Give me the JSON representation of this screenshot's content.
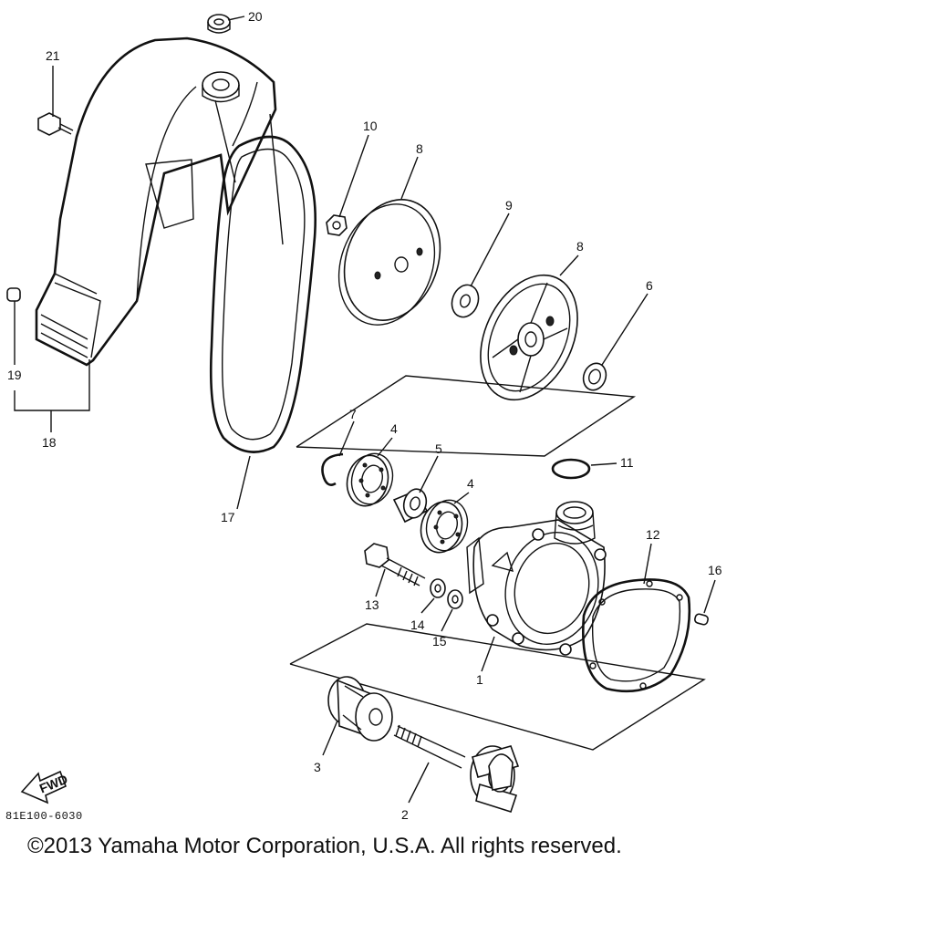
{
  "callouts": {
    "c1": "1",
    "c2": "2",
    "c3": "3",
    "c4a": "4",
    "c4b": "4",
    "c5": "5",
    "c6": "6",
    "c7": "7",
    "c8a": "8",
    "c8b": "8",
    "c9": "9",
    "c10": "10",
    "c11": "11",
    "c12": "12",
    "c13": "13",
    "c14": "14",
    "c15": "15",
    "c16": "16",
    "c17": "17",
    "c18": "18",
    "c19": "19",
    "c20": "20",
    "c21": "21"
  },
  "fwd_marker": "FWD",
  "reference_code": "81E100-6030",
  "copyright": "©2013 Yamaha Motor Corporation, U.S.A. All rights reserved."
}
